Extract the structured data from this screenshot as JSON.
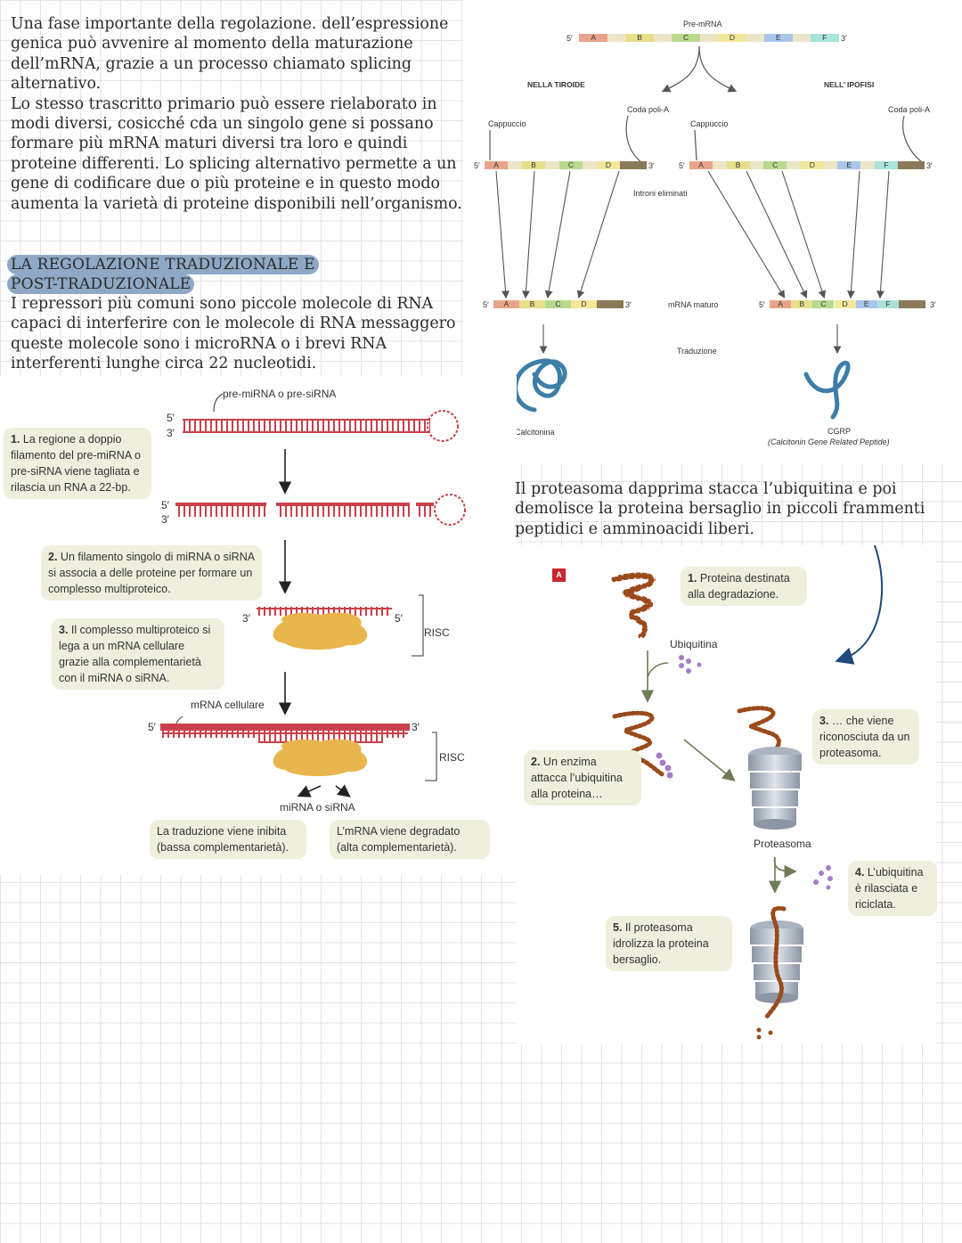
{
  "intro": {
    "p1": "Una fase importante della regolazione. dell’espressione genica può avvenire al momento della maturazione dell’mRNA, grazie a un processo chiamato splicing alternativo.",
    "p2": "Lo stesso trascritto primario può essere rielaborato in modi diversi, cosicché cda un singolo gene si possano formare più mRNA maturi diversi tra loro e quindi proteine differenti. Lo splicing alternativo permette a un gene di codificare due o più proteine e in questo modo aumenta la varietà di proteine disponibili nell’organismo."
  },
  "heading": {
    "line1": "LA REGOLAZIONE TRADUZIONALE E",
    "line2": "POST-TRADUZIONALE"
  },
  "repressori": "I repressori più comuni sono piccole molecole di RNA capaci di interferire con le molecole di RNA messaggero queste molecole sono i microRNA o i brevi RNA interferenti lunghe circa 22 nucleotidi.",
  "splicing": {
    "pre_mrna": "Pre-mRNA",
    "five": "5′",
    "three": "3′",
    "tiroide": "NELLA TIROIDE",
    "ipofisi": "NELL’ IPOFISI",
    "coda": "Coda poli-A",
    "cappuccio": "Cappuccio",
    "introni": "Introni eliminati",
    "mrna_maturo": "mRNA maturo",
    "traduzione": "Traduzione",
    "calcitonina": "Calcitonina",
    "cgrp": "CGRP",
    "cgrp_full": "(Calcitonin Gene Related Peptide)",
    "exons_pre": [
      "A",
      "B",
      "C",
      "D",
      "E",
      "F"
    ],
    "exons_tiroide": [
      "A",
      "B",
      "C",
      "D"
    ],
    "exons_ipofisi": [
      "A",
      "B",
      "C",
      "D",
      "E",
      "F"
    ],
    "colors": {
      "A": "#e8a48a",
      "B": "#e8df8a",
      "C": "#b9d98e",
      "D": "#f2e79a",
      "E": "#a9c6e8",
      "F": "#a9e3d9",
      "tail": "#8a7a5a"
    }
  },
  "mirna": {
    "pre": "pre-miRNA o pre-siRNA",
    "five": "5′",
    "three": "3′",
    "step1_num": "1.",
    "step1": "La regione a doppio filamento del pre-miRNA o pre-siRNA viene tagliata e rilascia un RNA a 22-bp.",
    "step2_num": "2.",
    "step2": "Un filamento singolo di miRNA o siRNA si associa a delle proteine per formare un complesso multiproteico.",
    "step3_num": "3.",
    "step3": "Il complesso multiproteico si lega a un mRNA cellulare grazie alla complementarietà con il miRNA o siRNA.",
    "risc": "RISC",
    "mrna_cellulare": "mRNA cellulare",
    "mirna_sirna": "miRNA o  siRNA",
    "inibita": "La traduzione viene inibita (bassa complementarietà).",
    "degradato": "L’mRNA viene degradato (alta complementarietà)."
  },
  "proteasoma_text": "Il proteasoma dapprima stacca l’ubiquitina e poi demolisce la proteina bersaglio in piccoli frammenti peptidici e amminoacidi liberi.",
  "proteasoma": {
    "badge": "A",
    "s1_num": "1.",
    "s1": "Proteina destinata alla degradazione.",
    "ubiquitina": "Ubiquitina",
    "s2_num": "2.",
    "s2": "Un enzima attacca l’ubiquitina alla proteina…",
    "s3_num": "3.",
    "s3": "… che viene riconosciuta da un proteasoma.",
    "label": "Proteasoma",
    "s4_num": "4.",
    "s4": "L’ubiquitina è rilasciata e riciclata.",
    "s5_num": "5.",
    "s5": "Il proteasoma idrolizza la proteina bersaglio."
  }
}
